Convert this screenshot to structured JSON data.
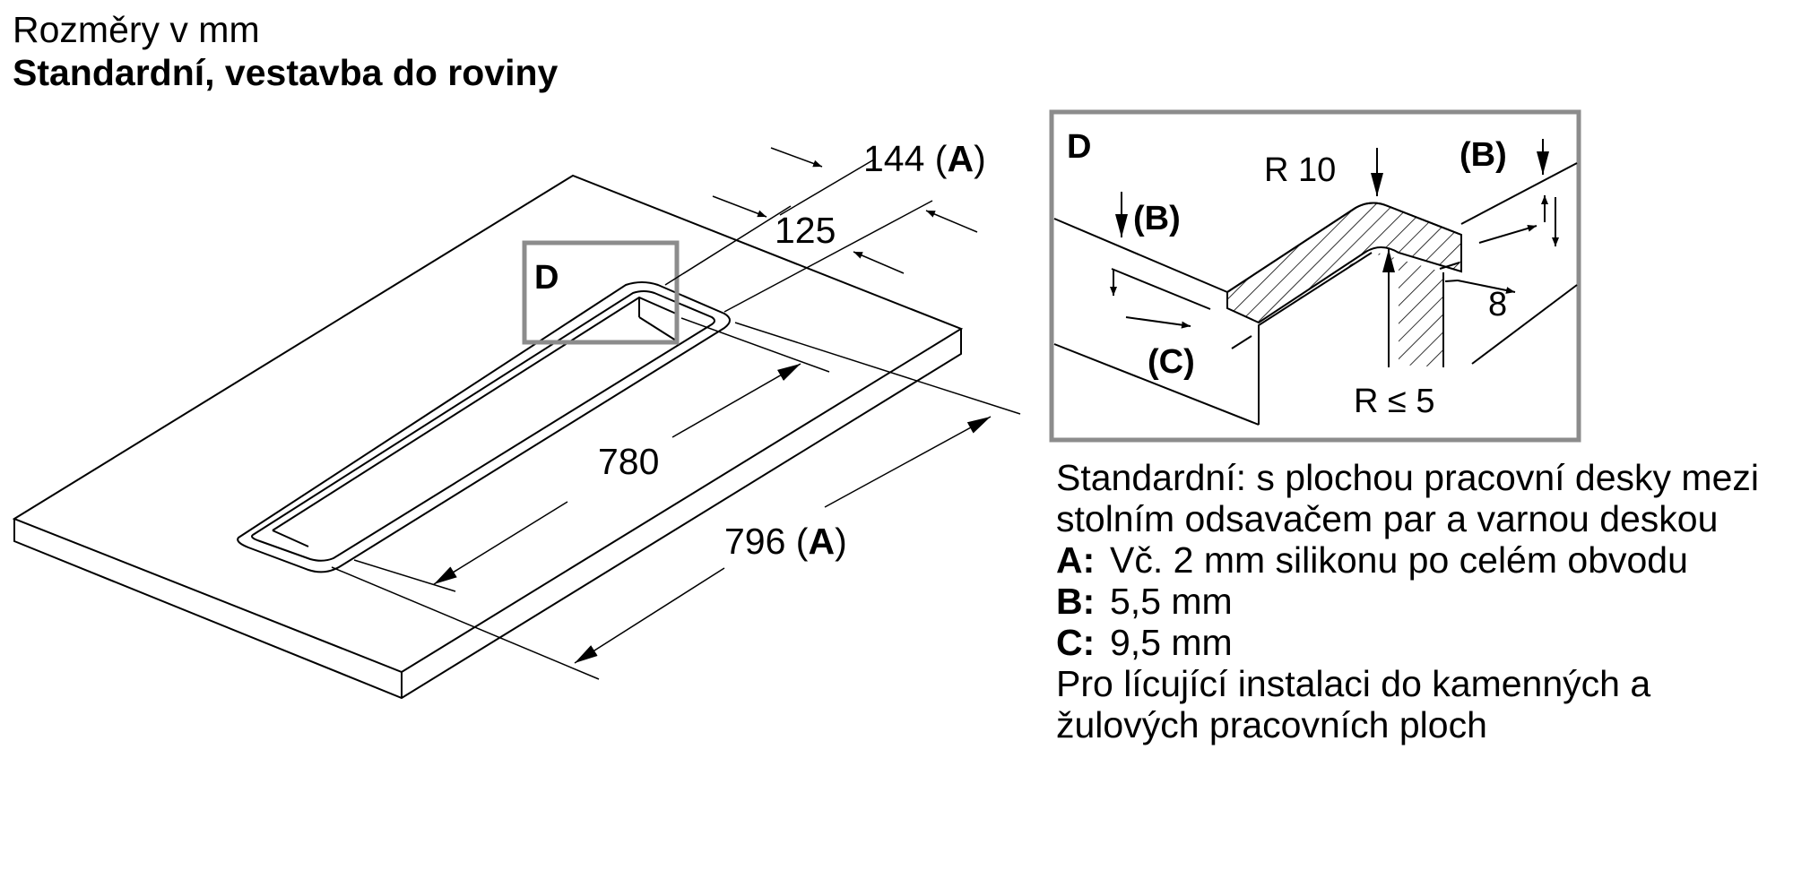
{
  "header": {
    "subtitle": "Rozměry v mm",
    "title": "Standardní, vestavba do roviny"
  },
  "drawing": {
    "dim_144": "144 (",
    "dim_144_ref": "A",
    "dim_144_close": ")",
    "dim_125": "125",
    "dim_780": "780",
    "dim_796": "796 (",
    "dim_796_ref": "A",
    "dim_796_close": ")",
    "detail_ref": "D"
  },
  "detail": {
    "label": "D",
    "r10": "R 10",
    "b_left": "(B)",
    "b_right": "(B)",
    "c": "(C)",
    "eight": "8",
    "r5": "R ≤ 5"
  },
  "notes": {
    "intro": "Standardní: s plochou pracovní desky mezi stolním odsavačem par a varnou deskou",
    "items": [
      {
        "key": "A:",
        "text": "Vč. 2 mm silikonu po celém obvodu"
      },
      {
        "key": "B:",
        "text": "5,5 mm"
      },
      {
        "key": "C:",
        "text": "9,5 mm"
      }
    ],
    "footer": "Pro lícující instalaci do kamenných a žulových pracovních ploch"
  }
}
